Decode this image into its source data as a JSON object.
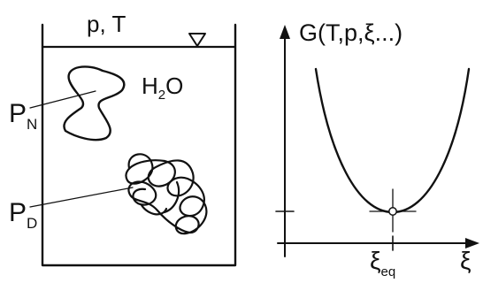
{
  "left_panel": {
    "header": "p, T",
    "solvent": {
      "base": "H",
      "sub": "2",
      "tail": "O"
    },
    "native_state": {
      "base": "P",
      "sub": "N"
    },
    "denatured_state": {
      "base": "P",
      "sub": "D"
    }
  },
  "right_panel": {
    "y_label": "G(T,p,ξ...)",
    "x_label": "ξ",
    "equilibrium": {
      "base": "ξ",
      "sub": "eq"
    }
  }
}
